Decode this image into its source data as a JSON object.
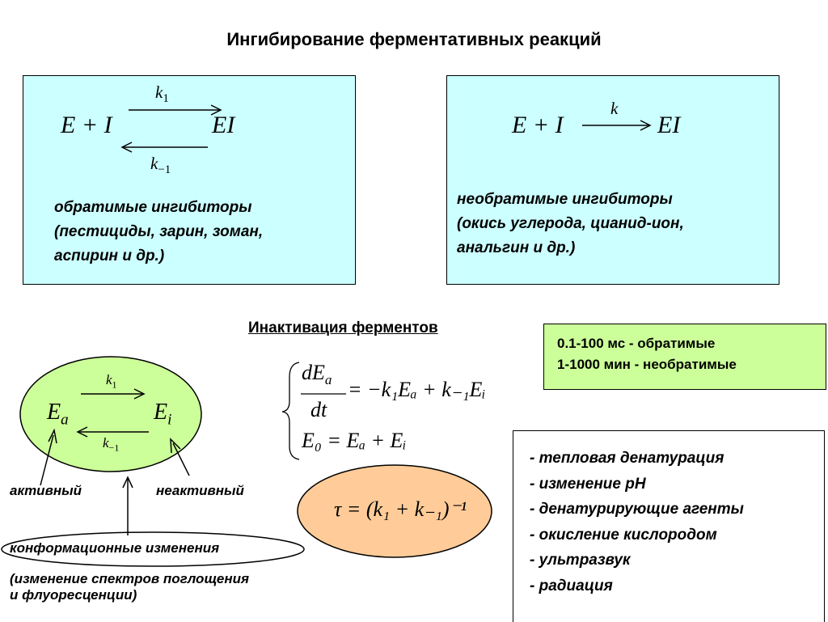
{
  "title": "Ингибирование ферментативных реакций",
  "reversible": {
    "eq_left": "E + I",
    "eq_right": "EI",
    "k_forward": "k",
    "k_forward_sub": "1",
    "k_backward": "k",
    "k_backward_sub": "−1",
    "line1": "обратимые ингибиторы",
    "line2": "(пестициды, зарин, зоман,",
    "line3": "аспирин и др.)"
  },
  "irreversible": {
    "eq_left": "E + I",
    "k": "k",
    "eq_right": "EI",
    "line1": "необратимые ингибиторы",
    "line2": "(окись углерода, цианид-ион,",
    "line3": "анальгин и др.)"
  },
  "inactivation": {
    "heading": "Инактивация ферментов",
    "ea": "E",
    "ea_sub": "a",
    "ei": "E",
    "ei_sub": "i",
    "k_forward": "k",
    "k_forward_sub": "1",
    "k_backward": "k",
    "k_backward_sub": "−1",
    "active_label": "активный",
    "inactive_label": "неактивный",
    "conformational": "конформационные изменения",
    "spectra_line1": "(изменение спектров поглощения",
    "spectra_line2": "и флуоресценции)"
  },
  "equations": {
    "line1_rhs": "= −k₁Eₐ + k₋₁Eᵢ",
    "line2": "E₀ = Eₐ + Eᵢ",
    "tau": "τ = (k₁ + k₋₁)⁻¹"
  },
  "times": {
    "line1": "0.1-100 мс  - обратимые",
    "line2": "1-1000 мин  - необратимые"
  },
  "causes": [
    "- тепловая денатурация",
    "- изменение pH",
    "- денатурирующие агенты",
    "- окисление кислородом",
    "- ультразвук",
    "- радиация"
  ],
  "colors": {
    "cyan_box": "#ccffff",
    "green_fill": "#ccff99",
    "orange_fill": "#ffcc99"
  }
}
